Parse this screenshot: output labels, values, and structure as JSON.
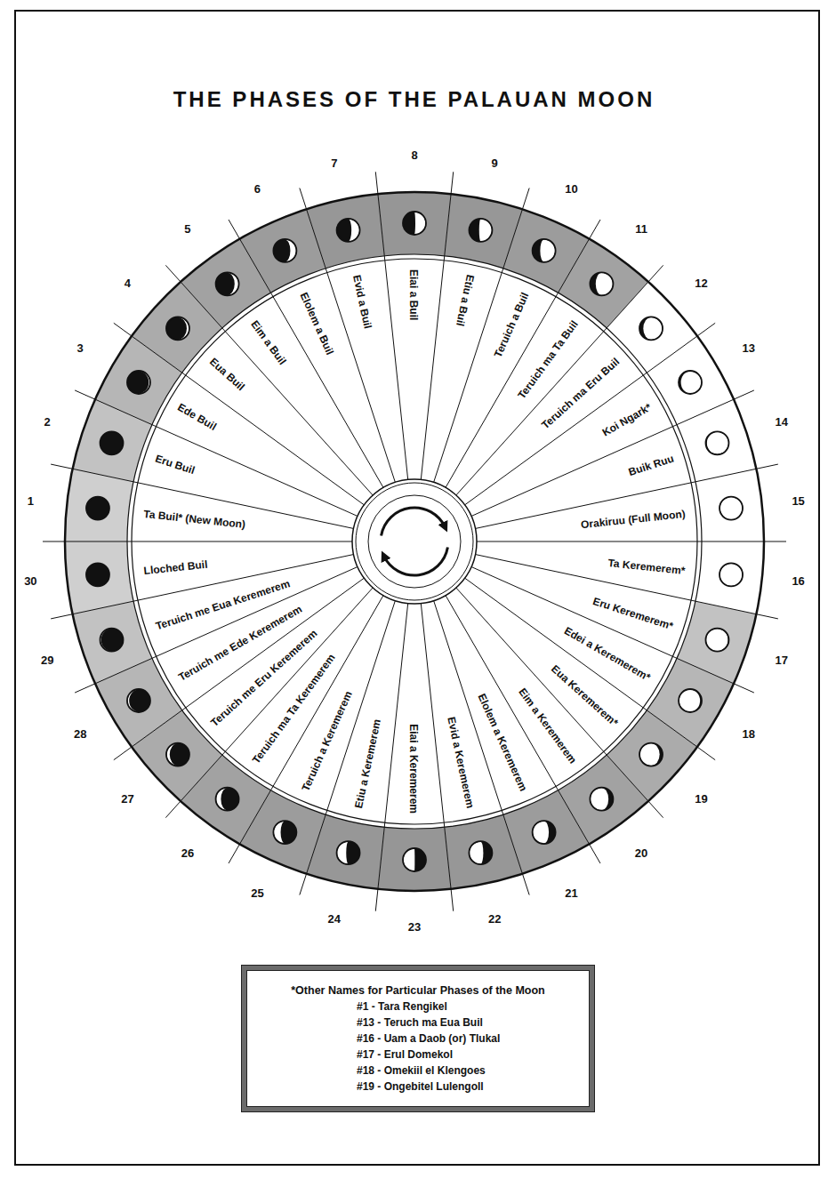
{
  "diagram": {
    "title": "THE PHASES OF THE PALAUAN MOON",
    "nodes": [
      {
        "text": [
          "Ta Buil* (New Moon)"
        ]
      },
      {
        "text": [
          "Eru Buil"
        ]
      },
      {
        "text": [
          "Ede Buil"
        ]
      },
      {
        "text": [
          "Eua Buil"
        ]
      },
      {
        "text": [
          "Eim a Buil"
        ]
      },
      {
        "text": [
          "Elolem a Buil"
        ]
      },
      {
        "text": [
          "Evid a Buil"
        ]
      },
      {
        "text": [
          "Eiai a Buil"
        ]
      },
      {
        "text": [
          "Etiu a Buil"
        ]
      },
      {
        "text": [
          "Teruich a Buil"
        ]
      },
      {
        "text": [
          "Teruich ma Ta Buil"
        ]
      },
      {
        "text": [
          "Teruich ma Eru Buil"
        ]
      },
      {
        "text": [
          "Koi Ngark*"
        ]
      },
      {
        "text": [
          "Buik Ruu"
        ]
      },
      {
        "text": [
          "Orakiruu (Full Moon)"
        ]
      },
      {
        "text": [
          "Ta Keremerem*"
        ]
      },
      {
        "text": [
          "Eru Keremerem*"
        ]
      },
      {
        "text": [
          "Edei a Keremerem*"
        ]
      },
      {
        "text": [
          "Eua Keremerem*"
        ]
      },
      {
        "text": [
          "Eim a Keremerem"
        ]
      },
      {
        "text": [
          "Elolem a Keremerem"
        ]
      },
      {
        "text": [
          "Evid a Keremerem"
        ]
      },
      {
        "text": [
          "Eiai a Keremerem"
        ]
      },
      {
        "text": [
          "Etiu a Keremerem"
        ]
      },
      {
        "text": [
          "Teruich a Keremerem"
        ]
      },
      {
        "text": [
          "Teruich ma Ta Keremerem"
        ]
      },
      {
        "text": [
          "Teruich me Eru Keremerem"
        ]
      },
      {
        "text": [
          "Teruich me Ede Keremerem"
        ]
      },
      {
        "text": [
          "Teruich me Eua Keremerem"
        ]
      },
      {
        "text": [
          "Lloched Buil"
        ]
      },
      {
        "text": [
          "*Other Names for Particular Phases of the Moon",
          "#1 - Tara Rengikel",
          "#13 - Teruch ma Eua Buil",
          "#16 - Uam a Daob (or) Tlukal",
          "#17 - Erul Domekol",
          "#18 - Omekiil el Klengoes",
          "#19 - Ongebitel Lulengoll"
        ]
      }
    ],
    "labels": [
      "1",
      "2",
      "3",
      "4",
      "5",
      "6",
      "7",
      "8",
      "9",
      "10",
      "11",
      "12",
      "13",
      "14",
      "15",
      "16",
      "17",
      "18",
      "19",
      "20",
      "21",
      "22",
      "23",
      "24",
      "25",
      "26",
      "27",
      "28",
      "29",
      "30"
    ]
  }
}
